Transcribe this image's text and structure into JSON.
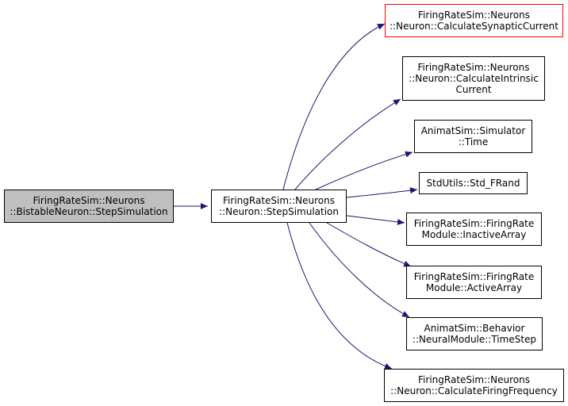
{
  "diagram": {
    "edge_color": "#191970",
    "highlight_color": "#ff0000",
    "root_fill": "#bfbfbf",
    "nodes": {
      "root": {
        "lines": [
          "FiringRateSim::Neurons",
          "::BistableNeuron::StepSimulation"
        ]
      },
      "step": {
        "lines": [
          "FiringRateSim::Neurons",
          "::Neuron::StepSimulation"
        ]
      },
      "synaptic": {
        "lines": [
          "FiringRateSim::Neurons",
          "::Neuron::CalculateSynapticCurrent"
        ]
      },
      "intrinsic": {
        "lines": [
          "FiringRateSim::Neurons",
          "::Neuron::CalculateIntrinsic",
          "Current"
        ]
      },
      "time": {
        "lines": [
          "AnimatSim::Simulator",
          "::Time"
        ]
      },
      "frand": {
        "lines": [
          "StdUtils::Std_FRand"
        ]
      },
      "inactive": {
        "lines": [
          "FiringRateSim::FiringRate",
          "Module::InactiveArray"
        ]
      },
      "active": {
        "lines": [
          "FiringRateSim::FiringRate",
          "Module::ActiveArray"
        ]
      },
      "timestep": {
        "lines": [
          "AnimatSim::Behavior",
          "::NeuralModule::TimeStep"
        ]
      },
      "frequency": {
        "lines": [
          "FiringRateSim::Neurons",
          "::Neuron::CalculateFiringFrequency"
        ]
      }
    }
  }
}
